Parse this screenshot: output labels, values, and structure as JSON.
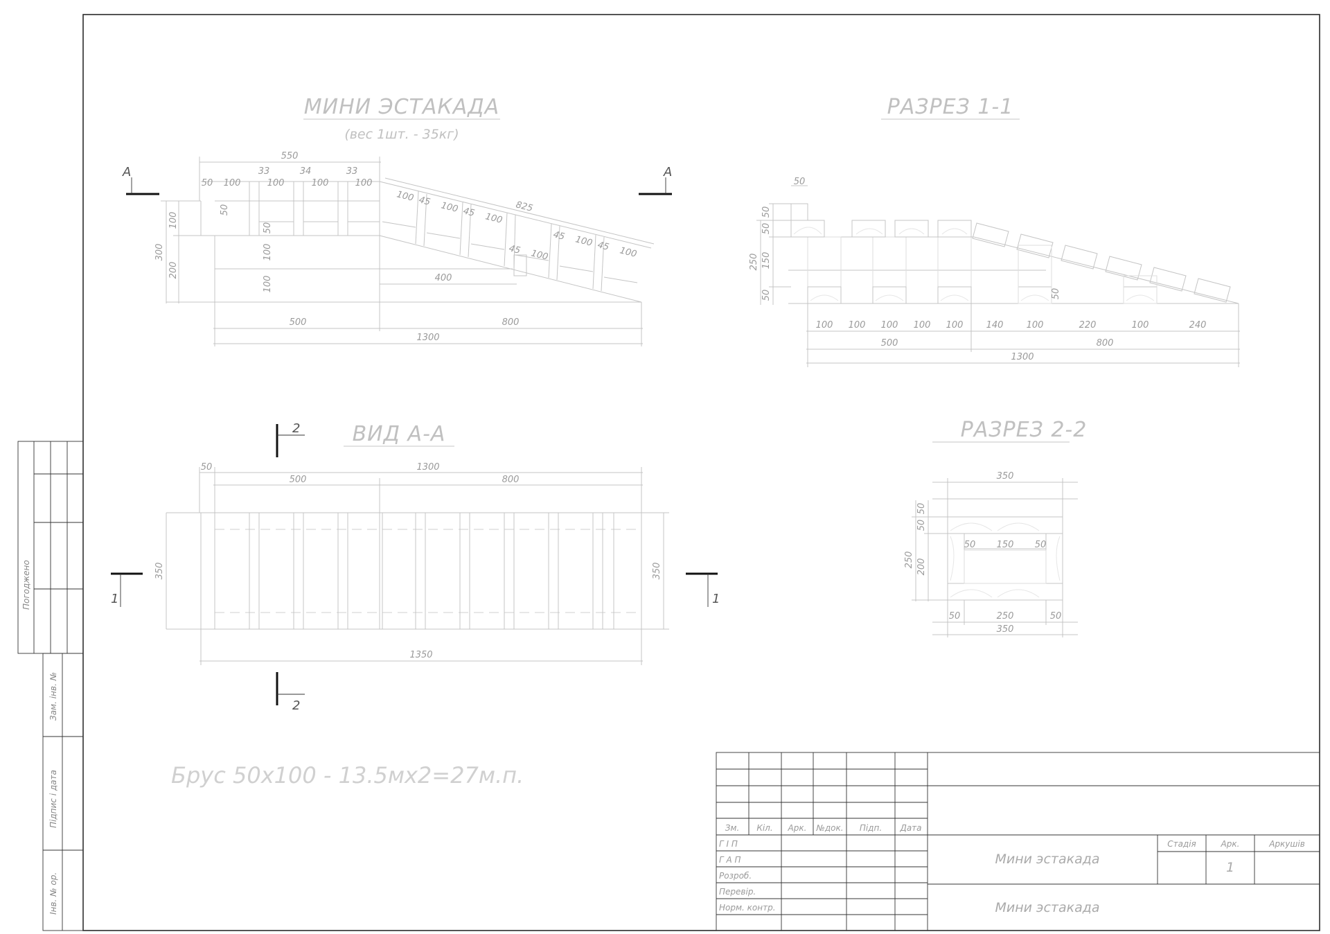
{
  "drawing": {
    "main_title": "МИНИ ЭСТАКАДА",
    "main_subtitle": "(вес 1шт. - 35кг)",
    "section_1_title": "РАЗРЕЗ 1-1",
    "section_2_title": "РАЗРЕЗ 2-2",
    "view_title": "ВИД А-А",
    "note": "Брус 50х100 - 13.5мх2=27м.п."
  },
  "section_marks": {
    "a_left": "A",
    "a_right": "A",
    "one_left": "1",
    "one_right": "1",
    "two_top": "2",
    "two_bottom": "2"
  },
  "side_view_dims": {
    "top": [
      "550",
      "50",
      "100",
      "33",
      "100",
      "34",
      "100",
      "33",
      "100"
    ],
    "incline": [
      "825",
      "100",
      "45",
      "100",
      "45",
      "100",
      "45",
      "100",
      "45",
      "100",
      "45",
      "100"
    ],
    "vertical": [
      "300",
      "200",
      "100",
      "50",
      "100",
      "100",
      "50"
    ],
    "inner": "400",
    "bottom": [
      "500",
      "800",
      "1300"
    ]
  },
  "section_1_dims": {
    "top": "50",
    "vertical": [
      "250",
      "50",
      "50",
      "150",
      "50",
      "50"
    ],
    "bottom_row": [
      "100",
      "100",
      "100",
      "100",
      "100",
      "140",
      "100",
      "220",
      "100",
      "240"
    ],
    "bottom_totals": [
      "500",
      "800",
      "1300"
    ]
  },
  "plan_dims": {
    "top": [
      "50",
      "1300",
      "500",
      "800"
    ],
    "widths": [
      "350",
      "350"
    ],
    "bottom": "1350"
  },
  "section_2_dims": {
    "top": "350",
    "vertical": [
      "50",
      "50",
      "250",
      "200"
    ],
    "inner": [
      "50",
      "150",
      "50"
    ],
    "bottom": [
      "50",
      "250",
      "50",
      "350"
    ]
  },
  "side_stamp": [
    "Погоджено",
    "Зам. інв. №",
    "Підпис і дата",
    "Інв. № ор."
  ],
  "title_block": {
    "col_headers": [
      "Зм.",
      "Кіл.",
      "Арк.",
      "№док.",
      "Підп.",
      "Дата"
    ],
    "roles": [
      "Г І П",
      "Г А П",
      "Розроб.",
      "Перевір.",
      "Норм. контр."
    ],
    "name_1": "Мини эстакада",
    "name_2": "Мини эстакада",
    "stage_label": "Стадія",
    "sheet_label": "Арк.",
    "sheets_label": "Аркушів",
    "sheet_number": "1"
  }
}
